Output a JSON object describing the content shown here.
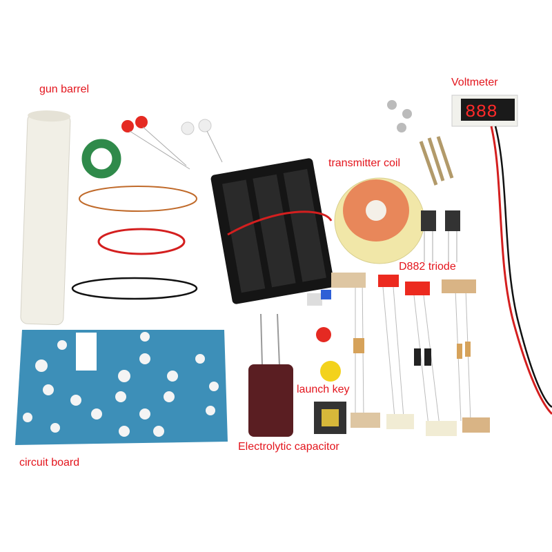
{
  "labels": {
    "gun_barrel": "gun barrel",
    "voltmeter": "Voltmeter",
    "transmitter_coil": "transmitter coil",
    "d882_triode": "D882 triode",
    "launch_key": "launch key",
    "electrolytic_capacitor": "Electrolytic capacitor",
    "circuit_board": "circuit board"
  },
  "voltmeter_display": "888",
  "colors": {
    "label": "#e3141c",
    "pcb": "#3d8fb8",
    "capacitor": "#5a1e22",
    "toroid": "#2f8a4a"
  }
}
